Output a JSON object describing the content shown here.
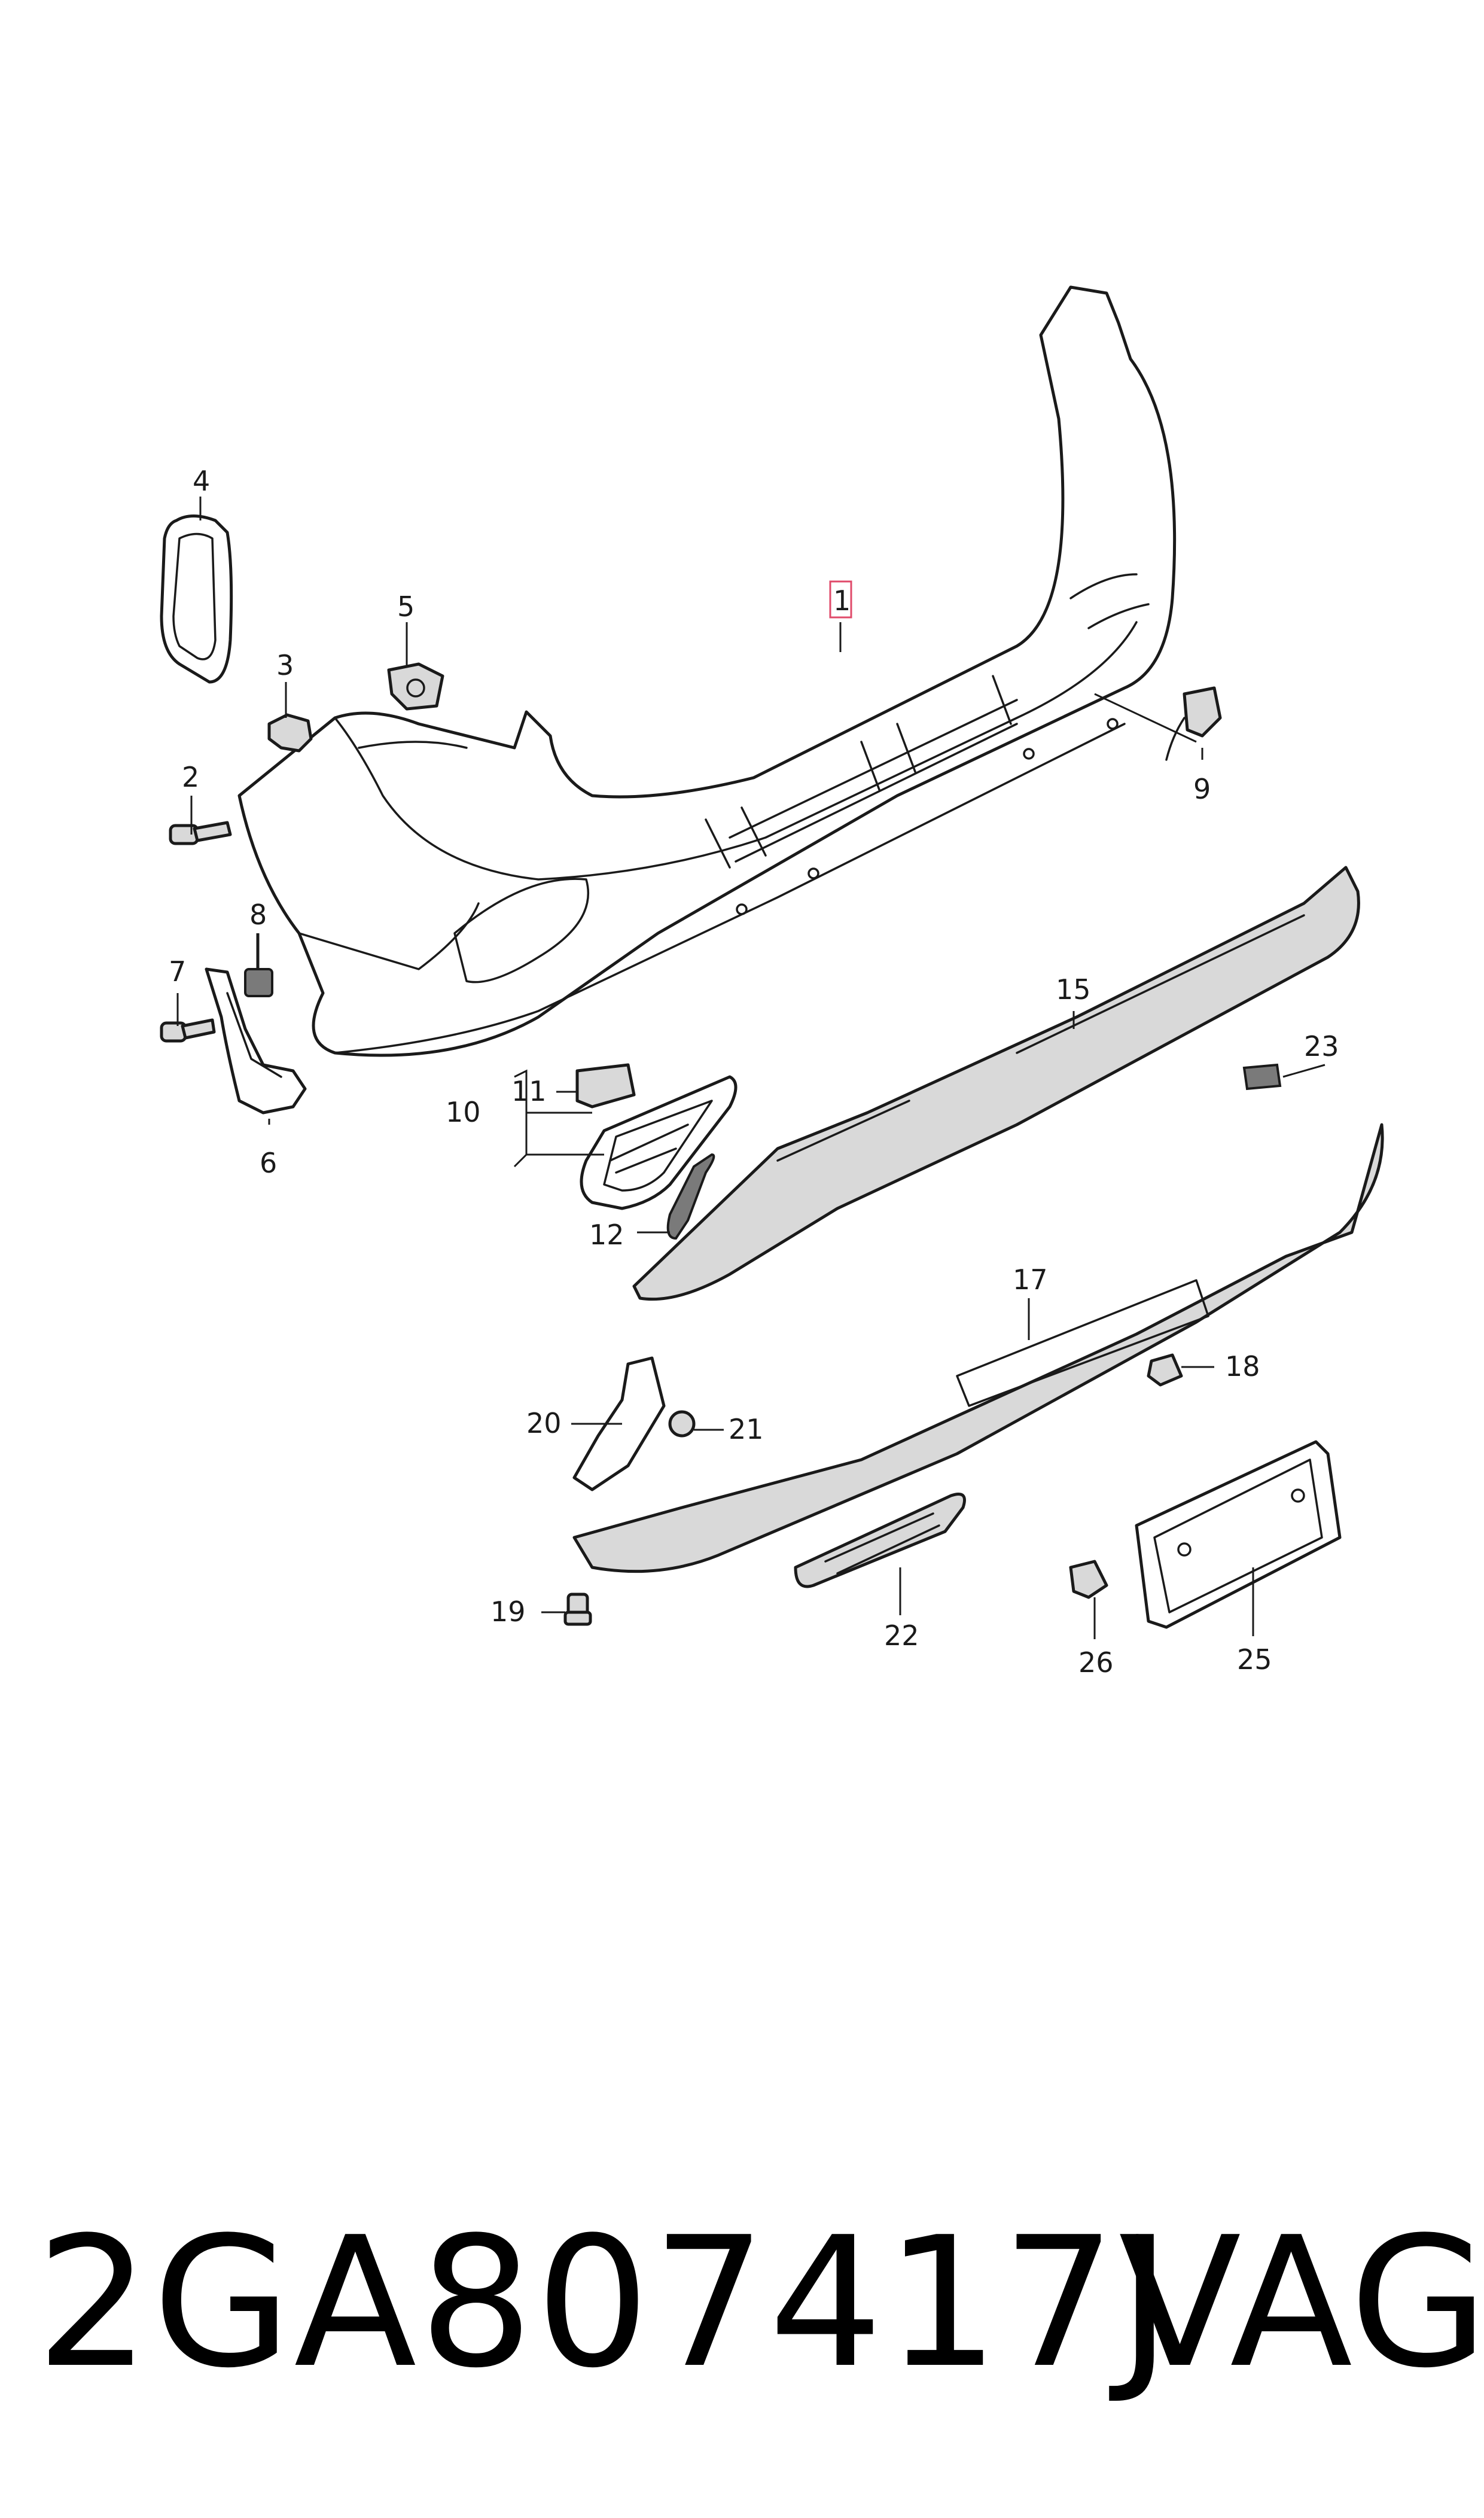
{
  "diagram": {
    "callouts": [
      {
        "id": "1",
        "label": "1",
        "highlighted": true
      },
      {
        "id": "2",
        "label": "2"
      },
      {
        "id": "3",
        "label": "3"
      },
      {
        "id": "4",
        "label": "4"
      },
      {
        "id": "5",
        "label": "5"
      },
      {
        "id": "6",
        "label": "6"
      },
      {
        "id": "7",
        "label": "7"
      },
      {
        "id": "8",
        "label": "8"
      },
      {
        "id": "9",
        "label": "9"
      },
      {
        "id": "10",
        "label": "10"
      },
      {
        "id": "11",
        "label": "11"
      },
      {
        "id": "12",
        "label": "12"
      },
      {
        "id": "15",
        "label": "15"
      },
      {
        "id": "17",
        "label": "17"
      },
      {
        "id": "18",
        "label": "18"
      },
      {
        "id": "19",
        "label": "19"
      },
      {
        "id": "20",
        "label": "20"
      },
      {
        "id": "21",
        "label": "21"
      },
      {
        "id": "22",
        "label": "22"
      },
      {
        "id": "23",
        "label": "23"
      },
      {
        "id": "25",
        "label": "25"
      },
      {
        "id": "26",
        "label": "26"
      }
    ],
    "highlight_color": "#e04a6a"
  },
  "footer": {
    "part_number": "2GA807417J",
    "brand": "VAG"
  }
}
